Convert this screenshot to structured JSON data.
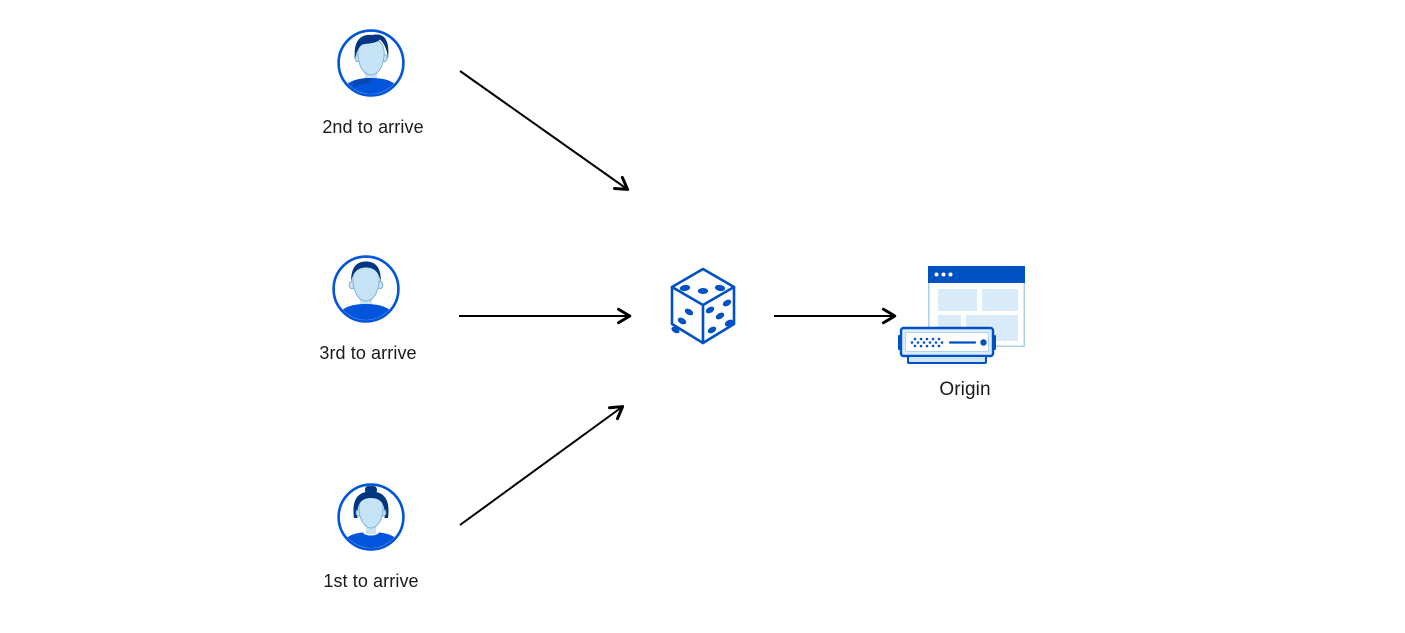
{
  "diagram": {
    "background_color": "#ffffff",
    "colors": {
      "accent_blue": "#0051c3",
      "shirt_blue": "#0055dc",
      "hair_navy": "#003681",
      "skin_light_blue": "#c5e3f5",
      "panel_light_blue": "#d9eaf8",
      "arrow_black": "#000000",
      "label_text": "#1a1a1a"
    },
    "nodes": {
      "user_second": {
        "label": "2nd to arrive",
        "icon": "man-avatar-swept-hair-icon"
      },
      "user_third": {
        "label": "3rd to arrive",
        "icon": "man-avatar-short-hair-icon"
      },
      "user_first": {
        "label": "1st to arrive",
        "icon": "woman-avatar-bun-icon"
      },
      "dice": {
        "icon": "dice-cube-icon"
      },
      "origin": {
        "label": "Origin",
        "icon": "origin-server-browser-icon"
      }
    },
    "edges": [
      {
        "from": "user_second",
        "to": "dice"
      },
      {
        "from": "user_third",
        "to": "dice"
      },
      {
        "from": "user_first",
        "to": "dice"
      },
      {
        "from": "dice",
        "to": "origin"
      }
    ]
  }
}
